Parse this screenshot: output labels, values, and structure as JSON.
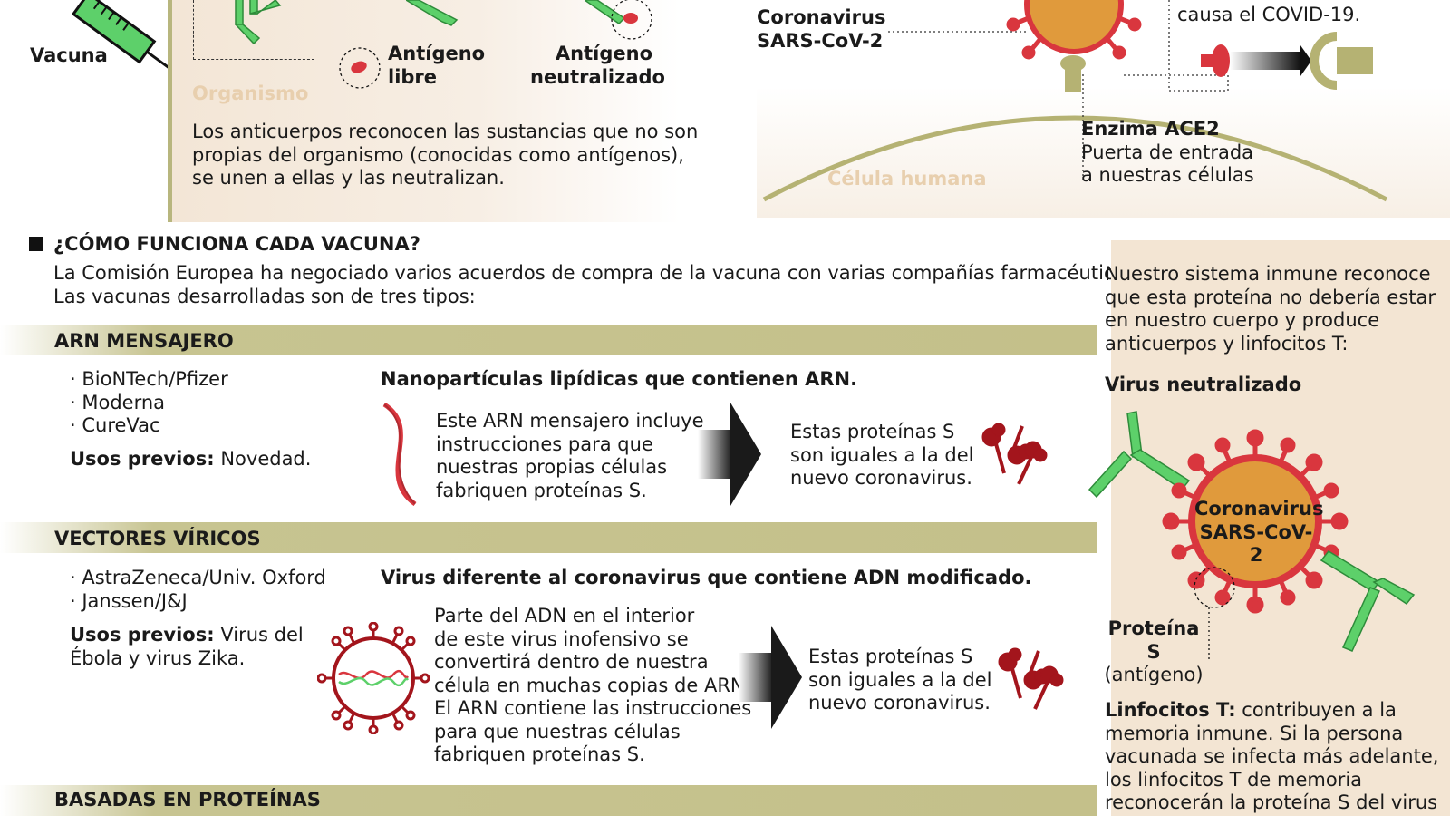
{
  "top": {
    "vaccine_label": "Vacuna",
    "organismo_label": "Organismo",
    "antigen_free": [
      "Antígeno",
      "libre"
    ],
    "antigen_neutralized": [
      "Antígeno",
      "neutralizado"
    ],
    "antibodies_text": [
      "Los anticuerpos reconocen las sustancias que no son",
      "propias del organismo (conocidas como antígenos),",
      "se unen a ellas y las neutralizan."
    ],
    "coronavirus_label": [
      "Coronavirus",
      "SARS-CoV-2"
    ],
    "covid_text": "causa el COVID-19.",
    "ace2_title": "Enzima ACE2",
    "ace2_text": [
      "Puerta de entrada",
      "a nuestras células"
    ],
    "human_cell_label": "Célula humana"
  },
  "section": {
    "title": "¿CÓMO FUNCIONA CADA VACUNA?",
    "intro": [
      "La Comisión Europea ha negociado varios acuerdos de compra de la vacuna con varias compañías farmacéuticas.",
      "Las vacunas desarrolladas son de tres tipos:"
    ]
  },
  "arn": {
    "band": "ARN MENSAJERO",
    "companies": [
      "BioNTech/Pfizer",
      "Moderna",
      "CureVac"
    ],
    "prev_label": "Usos previos:",
    "prev_value": "Novedad.",
    "heading": "Nanopartículas lipídicas que contienen ARN.",
    "desc": [
      "Este ARN mensajero incluye",
      "instrucciones para que",
      "nuestras propias células",
      "fabriquen proteínas S."
    ],
    "result": [
      "Estas proteínas S",
      "son iguales a la del",
      "nuevo coronavirus."
    ]
  },
  "vectores": {
    "band": "VECTORES VÍRICOS",
    "companies": [
      "AstraZeneca/Univ. Oxford",
      "Janssen/J&J"
    ],
    "prev_label": "Usos previos:",
    "prev_value_1": "Virus del",
    "prev_value_2": "Ébola y virus Zika.",
    "heading": "Virus diferente al coronavirus que contiene ADN modificado.",
    "desc": [
      "Parte del ADN en el interior",
      "de este virus inofensivo se",
      "convertirá dentro de nuestra",
      "célula en muchas copias de ARN.",
      "El ARN contiene las instrucciones",
      "para que nuestras células",
      "fabriquen proteínas S."
    ],
    "result": [
      "Estas proteínas S",
      "son iguales a la del",
      "nuevo coronavirus."
    ]
  },
  "proteinas": {
    "band": "BASADAS EN PROTEÍNAS"
  },
  "right": {
    "intro": [
      "Nuestro sistema inmune reconoce",
      "que esta proteína no debería estar",
      "en nuestro cuerpo y produce",
      "anticuerpos y linfocitos T:"
    ],
    "neutralized_title": "Virus neutralizado",
    "virus_label": [
      "Coronavirus",
      "SARS-CoV-2"
    ],
    "protein_title": "Proteína S",
    "protein_sub": "(antígeno)",
    "linfo_label": "Linfocitos T:",
    "linfo_text": [
      " contribuyen a la",
      "memoria inmune. Si la persona",
      "vacunada se infecta más adelante,",
      "los linfocitos T de memoria",
      "reconocerán la proteína S del virus"
    ]
  },
  "colors": {
    "virus_orange": "#e09a3c",
    "spike_red": "#d9363e",
    "antibody_green": "#5dd06a",
    "band_olive": "#c4c08a",
    "panel_tan": "#f3e5d3",
    "dark_red": "#a3151c"
  }
}
